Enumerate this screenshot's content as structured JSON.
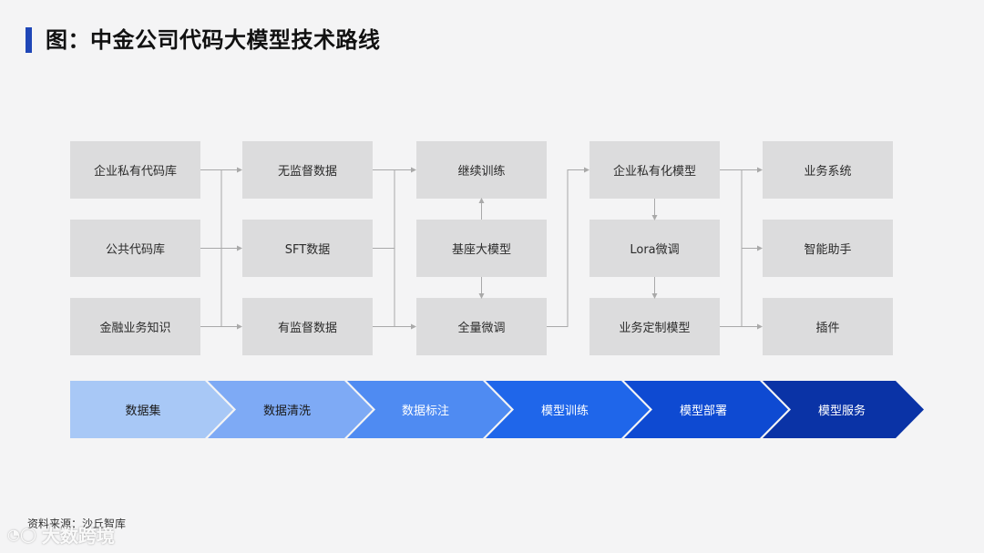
{
  "title": "图：中金公司代码大模型技术路线",
  "columns": [
    {
      "boxes": [
        "企业私有代码库",
        "公共代码库",
        "金融业务知识"
      ]
    },
    {
      "boxes": [
        "无监督数据",
        "SFT数据",
        "有监督数据"
      ]
    },
    {
      "boxes": [
        "继续训练",
        "基座大模型",
        "全量微调"
      ]
    },
    {
      "boxes": [
        "企业私有化模型",
        "Lora微调",
        "业务定制模型"
      ]
    },
    {
      "boxes": [
        "业务系统",
        "智能助手",
        "插件"
      ]
    }
  ],
  "pipeline": {
    "steps": [
      "数据集",
      "数据清洗",
      "数据标注",
      "模型训练",
      "模型部署",
      "模型服务"
    ],
    "colors": [
      "#a8c8f6",
      "#7eaaf5",
      "#4f8bf2",
      "#1f66ea",
      "#0e4ad2",
      "#0a33a6"
    ]
  },
  "source": "资料来源：沙丘智库",
  "watermark": {
    "text": "大数跨境",
    "logo_icon": "ring-logo-icon"
  },
  "colors": {
    "accent": "#1f47b7",
    "box_fill": "#dcdcdd",
    "connector": "#a9a9a9",
    "background": "#f4f4f5"
  }
}
